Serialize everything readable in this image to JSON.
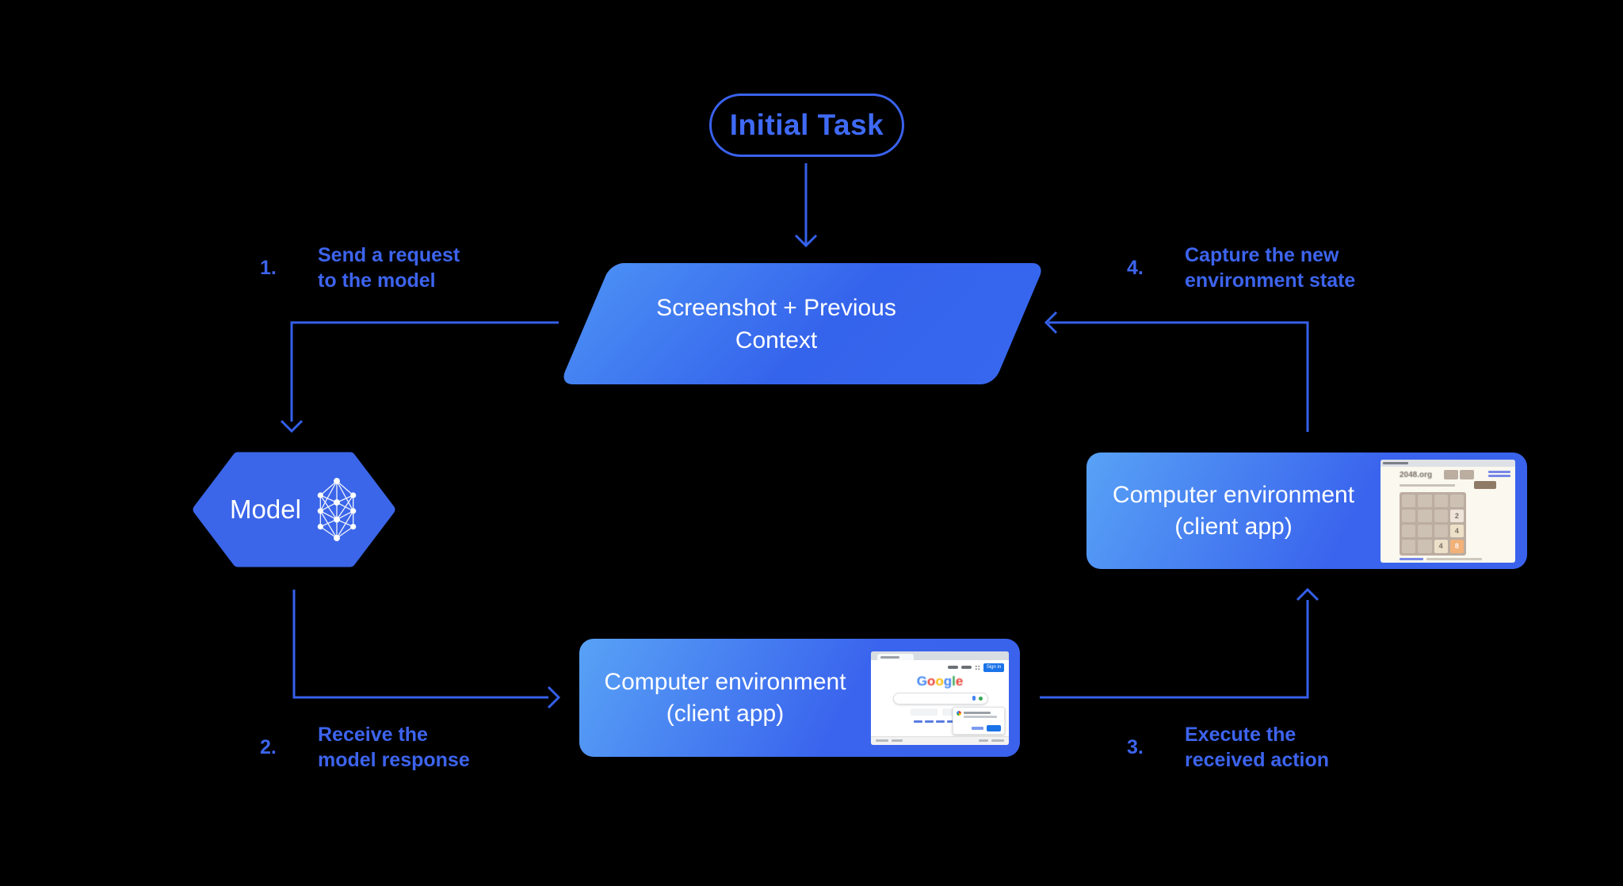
{
  "colors": {
    "background": "#000000",
    "accent_blue": "#3560EA",
    "label_blue": "#3D64EE",
    "shape_gradient_start": "#58A2F6",
    "shape_gradient_end": "#3A62EC",
    "hexagon_fill": "#3B66E9"
  },
  "initial_task": {
    "label": "Initial Task"
  },
  "screenshot_context": {
    "line1": "Screenshot + Previous",
    "line2": "Context"
  },
  "model": {
    "label": "Model",
    "icon": "neural-network-icon"
  },
  "env_box_bottom": {
    "line1": "Computer environment",
    "line2": "(client app)"
  },
  "env_box_right": {
    "line1": "Computer environment",
    "line2": "(client app)"
  },
  "steps": {
    "s1": {
      "num": "1.",
      "line1": "Send a request",
      "line2": "to the model"
    },
    "s2": {
      "num": "2.",
      "line1": "Receive the",
      "line2": "model response"
    },
    "s3": {
      "num": "3.",
      "line1": "Execute the",
      "line2": "received action"
    },
    "s4": {
      "num": "4.",
      "line1": "Capture the new",
      "line2": "environment state"
    }
  },
  "google_mini": {
    "signin_label": "Sign in",
    "logo": [
      {
        "ch": "G",
        "style": "color:#4285F4"
      },
      {
        "ch": "o",
        "style": "color:#EA4335"
      },
      {
        "ch": "o",
        "style": "color:#FBBC05"
      },
      {
        "ch": "g",
        "style": "color:#4285F4"
      },
      {
        "ch": "l",
        "style": "color:#34A853"
      },
      {
        "ch": "e",
        "style": "color:#EA4335"
      }
    ]
  },
  "game_mini": {
    "title": "2048.org",
    "tiles": {
      "t7": "2",
      "t11": "4",
      "t14": "4",
      "t15": "8"
    }
  }
}
